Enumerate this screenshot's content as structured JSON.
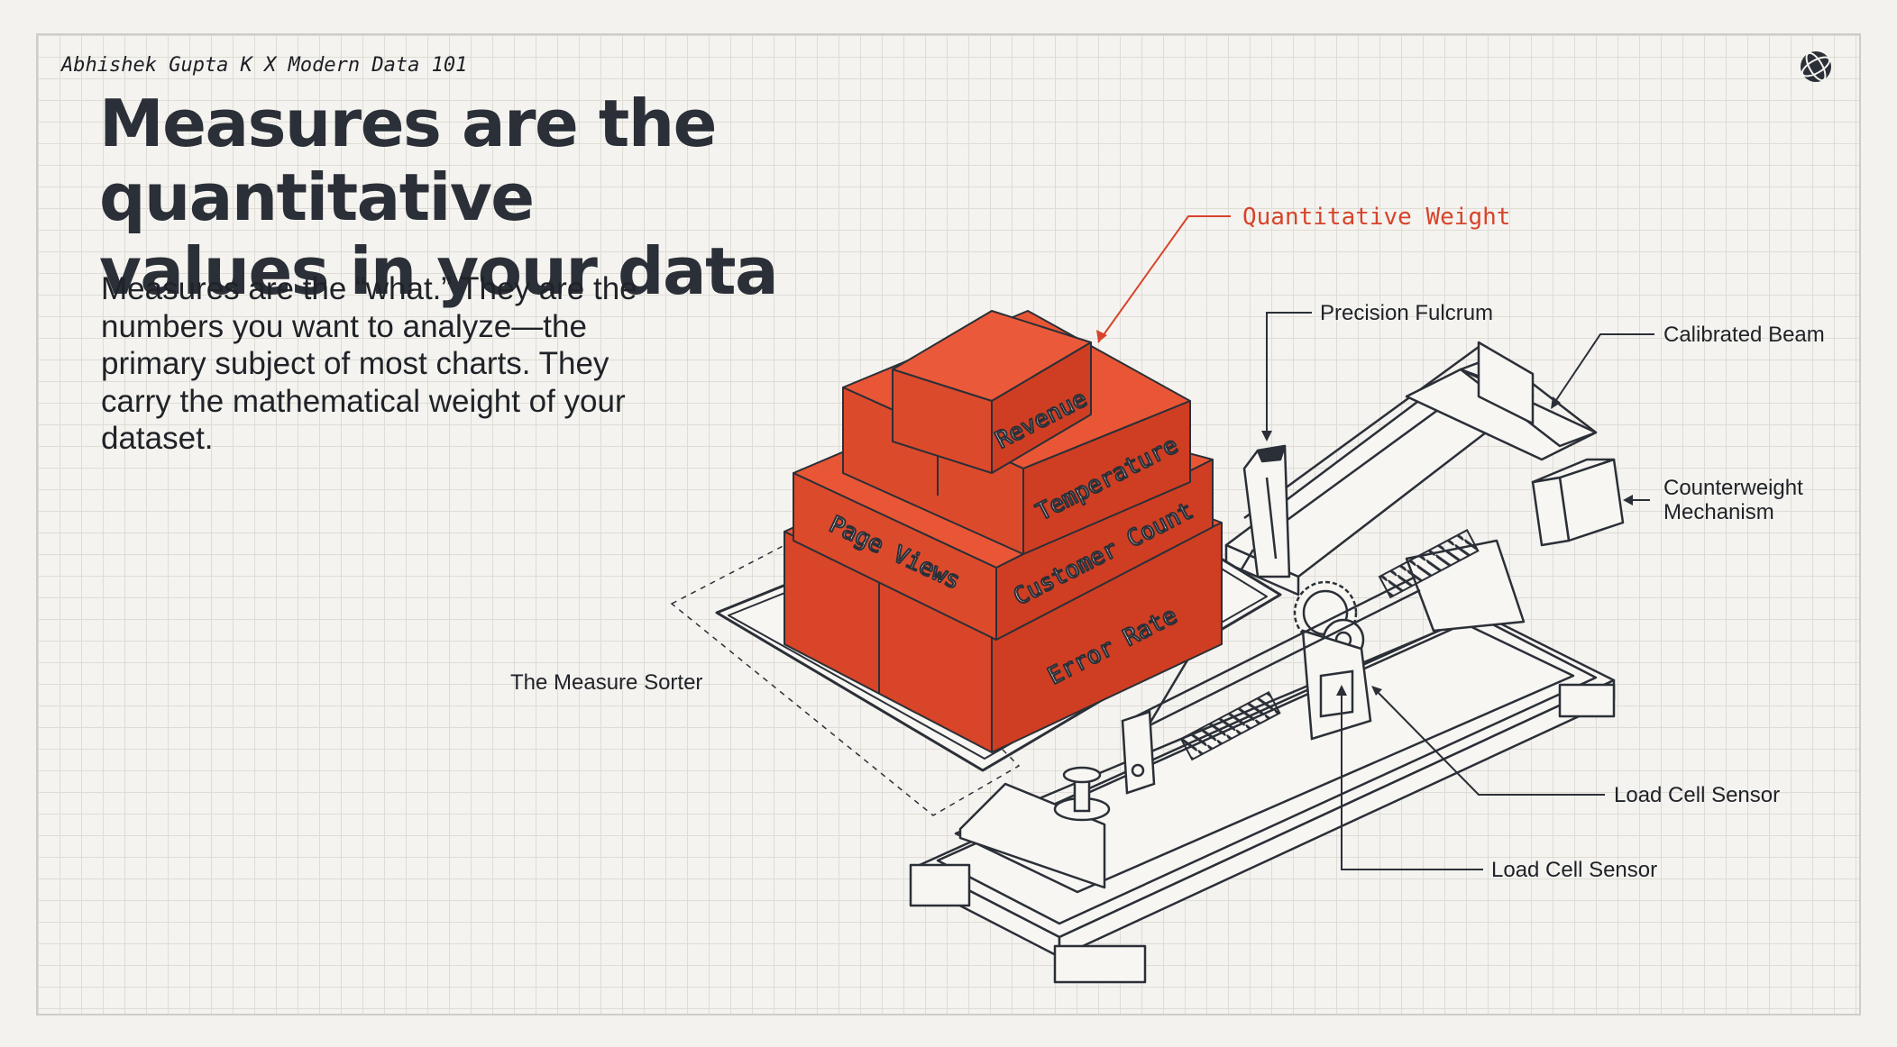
{
  "header": {
    "author": "Abhishek Gupta K X Modern Data 101",
    "logo_icon": "globe-icon"
  },
  "title_lines": [
    "Measures are the quantitative",
    "values in your data"
  ],
  "body_text": "Measures are the “what.” They are the numbers you want to analyze—the primary subject of most charts. They carry the mathematical weight of your dataset.",
  "diagram": {
    "measure_boxes": [
      "Revenue",
      "Temperature",
      "Page Views",
      "Customer Count",
      "Error Rate"
    ],
    "callouts": {
      "quantitative_weight": "Quantitative Weight",
      "precision_fulcrum": "Precision Fulcrum",
      "calibrated_beam": "Calibrated Beam",
      "counterweight_line1": "Counterweight",
      "counterweight_line2": "Mechanism",
      "measure_sorter": "The Measure Sorter",
      "load_cell_1": "Load Cell Sensor",
      "load_cell_2": "Load Cell Sensor"
    }
  },
  "colors": {
    "accent_red": "#e04a2f",
    "callout_red": "#d6442b",
    "ink": "#2b2f37",
    "grid": "#dedcd5"
  }
}
